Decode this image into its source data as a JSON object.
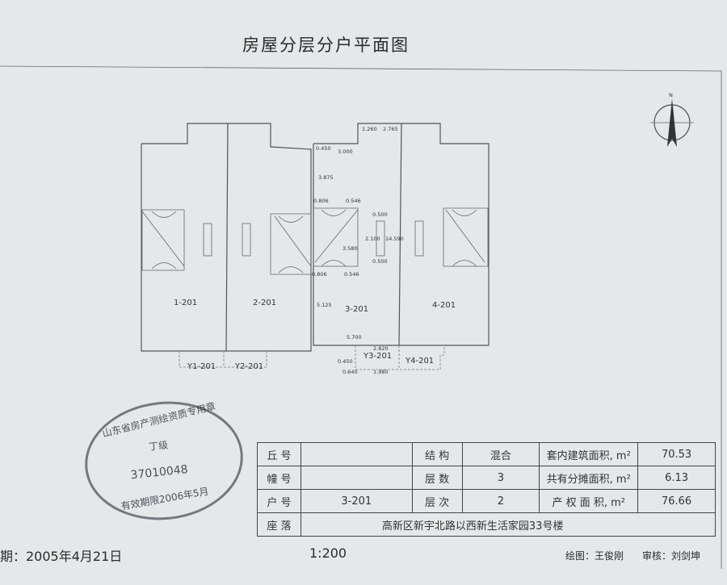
{
  "title": "房屋分层分户平面图",
  "north_label": "N",
  "units": [
    "1-201",
    "2-201",
    "3-201",
    "4-201"
  ],
  "balconies": [
    "Y1-201",
    "Y2-201",
    "Y3-201",
    "Y4-201"
  ],
  "dimensions": {
    "d1": "1.260",
    "d2": "2.765",
    "d3": "0.450",
    "d4": "3.000",
    "d5": "3.875",
    "d6": "0.806",
    "d7": "0.546",
    "d8": "0.500",
    "d9": "2.100",
    "d10": "3.580",
    "d11": "14.590",
    "d12": "0.500",
    "d13": "0.806",
    "d14": "0.546",
    "d15": "5.125",
    "d16": "5.700",
    "d17": "2.820",
    "d18": "0.450",
    "d19": "0.640",
    "d20": "1.980"
  },
  "table": {
    "r1": {
      "l1": "丘 号",
      "v1": "",
      "l2": "结 构",
      "v2": "混合",
      "l3": "套内建筑面积, m²",
      "v3": "70.53"
    },
    "r2": {
      "l1": "幢 号",
      "v1": "",
      "l2": "层 数",
      "v2": "3",
      "l3": "共有分摊面积, m²",
      "v3": "6.13"
    },
    "r3": {
      "l1": "户 号",
      "v1": "3-201",
      "l2": "层 次",
      "v2": "2",
      "l3": "产 权 面 积, m²",
      "v3": "76.66"
    },
    "r4": {
      "l1": "座 落",
      "address": "高新区新宇北路以西新生活家园33号楼"
    }
  },
  "stamp": {
    "top": "山东省房产测绘资质专用章",
    "grade": "丁级",
    "number": "37010048",
    "bottom": "有效期限2006年5月"
  },
  "footer": {
    "date": "期：2005年4月21日",
    "scale": "1:200",
    "drawer": "绘图：王俊刚",
    "reviewer": "审核：刘剑坤"
  }
}
